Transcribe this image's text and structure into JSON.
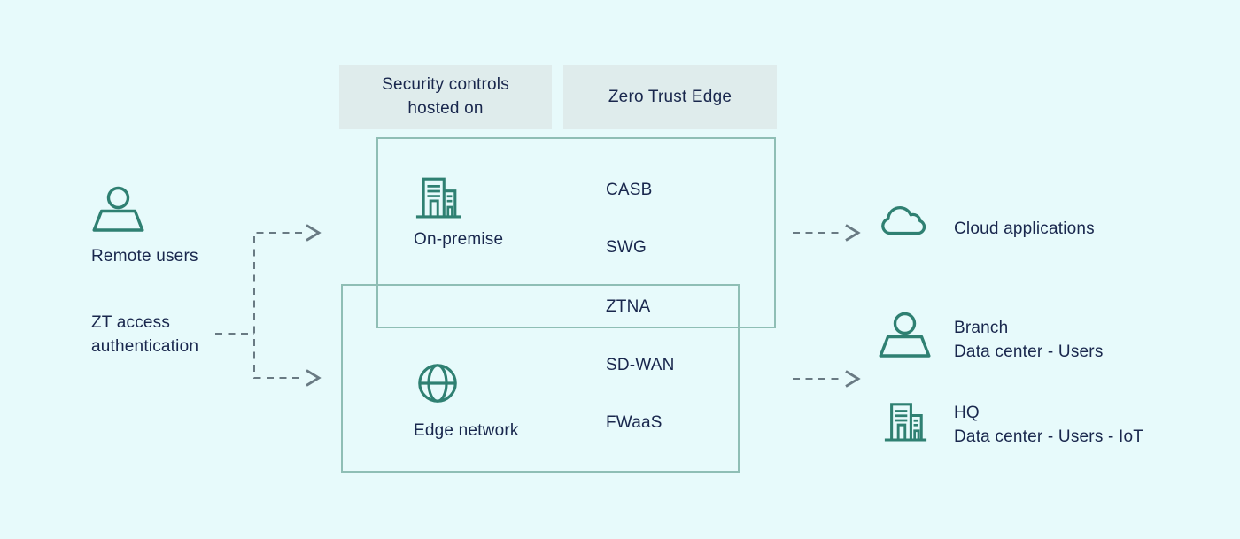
{
  "page": {
    "background": "#e7fafb"
  },
  "colors": {
    "accent_teal": "#2f8072",
    "box_border": "#8fbeb5",
    "text_navy": "#19274d",
    "connector_gray": "#697a83",
    "header_fill": "#dfecec"
  },
  "headers": {
    "security_controls": "Security controls hosted on",
    "zero_trust_edge": "Zero Trust Edge"
  },
  "source": {
    "remote_users": "Remote users",
    "zt_access": "ZT access authentication"
  },
  "zones": {
    "on_premise": "On-premise",
    "edge_network": "Edge network"
  },
  "services": {
    "casb": "CASB",
    "swg": "SWG",
    "ztna": "ZTNA",
    "sd_wan": "SD-WAN",
    "fwaas": "FWaaS"
  },
  "destinations": {
    "cloud": "Cloud applications",
    "branch_title": "Branch",
    "branch_subtitle": "Data center - Users",
    "hq_title": "HQ",
    "hq_subtitle": "Data center - Users - IoT"
  },
  "icons": {
    "remote_users": "user-icon",
    "on_premise": "building-icon",
    "edge_network": "globe-icon",
    "cloud": "cloud-icon",
    "branch": "user-icon",
    "hq": "building-icon"
  }
}
